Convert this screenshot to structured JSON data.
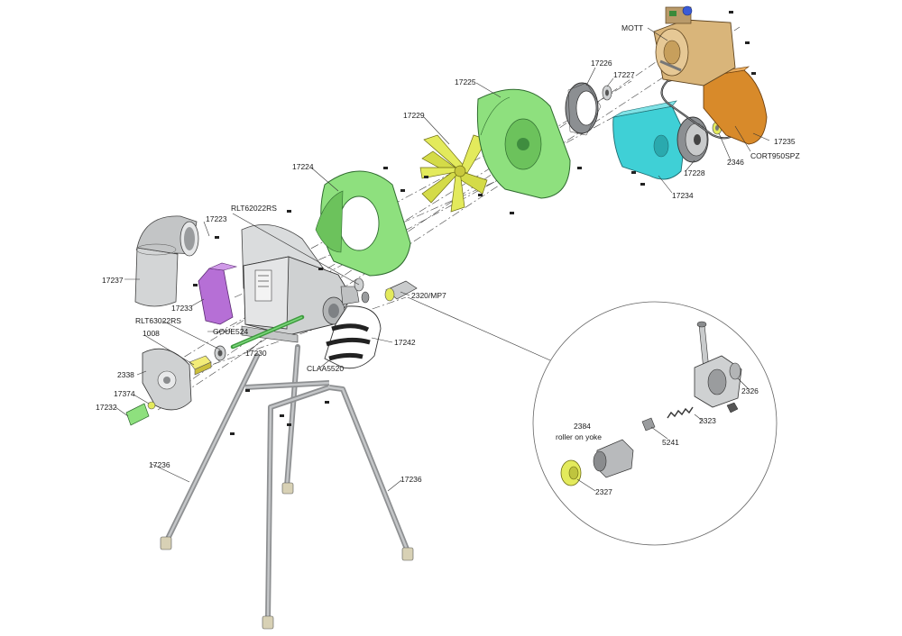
{
  "diagram": {
    "labels": {
      "mott": "MOTT",
      "p17226": "17226",
      "p17227": "17227",
      "p17225": "17225",
      "p17229": "17229",
      "p17235": "17235",
      "p2346": "2346",
      "cort": "CORT950SPZ",
      "p17228": "17228",
      "p17234": "17234",
      "p17224": "17224",
      "rlt62": "RLT62022RS",
      "p17223": "17223",
      "p17237": "17237",
      "p17233": "17233",
      "rlt63": "RLT63022RS",
      "goue": "GOUE524",
      "p1008": "1008",
      "p17230": "17230",
      "p2320": "2320/MP7",
      "p17242": "17242",
      "claa": "CLAA5520",
      "p2338": "2338",
      "p17374": "17374",
      "p17232": "17232",
      "p17236a": "17236",
      "p17236b": "17236",
      "p2326": "2326",
      "p2323": "2323",
      "p2384": "2384",
      "roller": "roller on yoke",
      "p5241": "5241",
      "p2327": "2327"
    },
    "colors": {
      "green": "#8ee07e",
      "yellow": "#e3ea5c",
      "cyan": "#3fd0d6",
      "orange": "#d88a2a",
      "brass": "#d9b57a",
      "purple": "#b66fd6",
      "gray": "#c9cbcc",
      "darkgray": "#7e8184",
      "leg": "#9a9c9e"
    }
  }
}
